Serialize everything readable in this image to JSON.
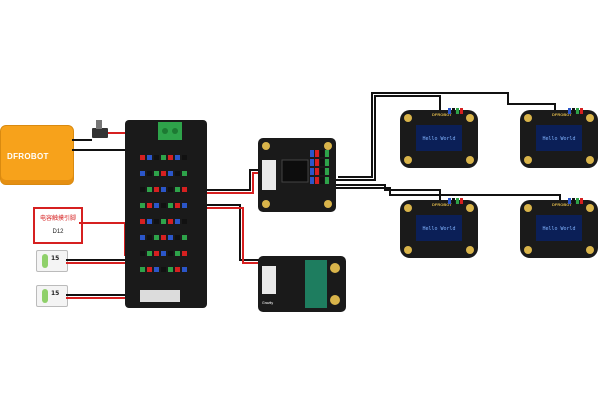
{
  "battery": {
    "brand": "DFROBOT",
    "subtitle": ""
  },
  "label_box": {
    "title": "电容触摸引脚",
    "pin": "D12"
  },
  "touch_sensors": [
    {
      "number": "15"
    },
    {
      "number": "15"
    }
  ],
  "oled_screen_text": "Hello World",
  "oled_brand": "DFROBOT",
  "i2c_hub_label": "Gravity",
  "colors": {
    "battery": "#f7a21b",
    "board": "#1a1a1a",
    "wire": "#111111",
    "wire_red": "#d62020",
    "label_border": "#d62020",
    "oled_screen": "#0b1f57",
    "oled_text": "#7fb2ff",
    "sensor_pad": "#8fd06a",
    "terminal": "#2ea34a"
  },
  "icons": [
    "power-switch-icon",
    "terminal-block-icon"
  ]
}
